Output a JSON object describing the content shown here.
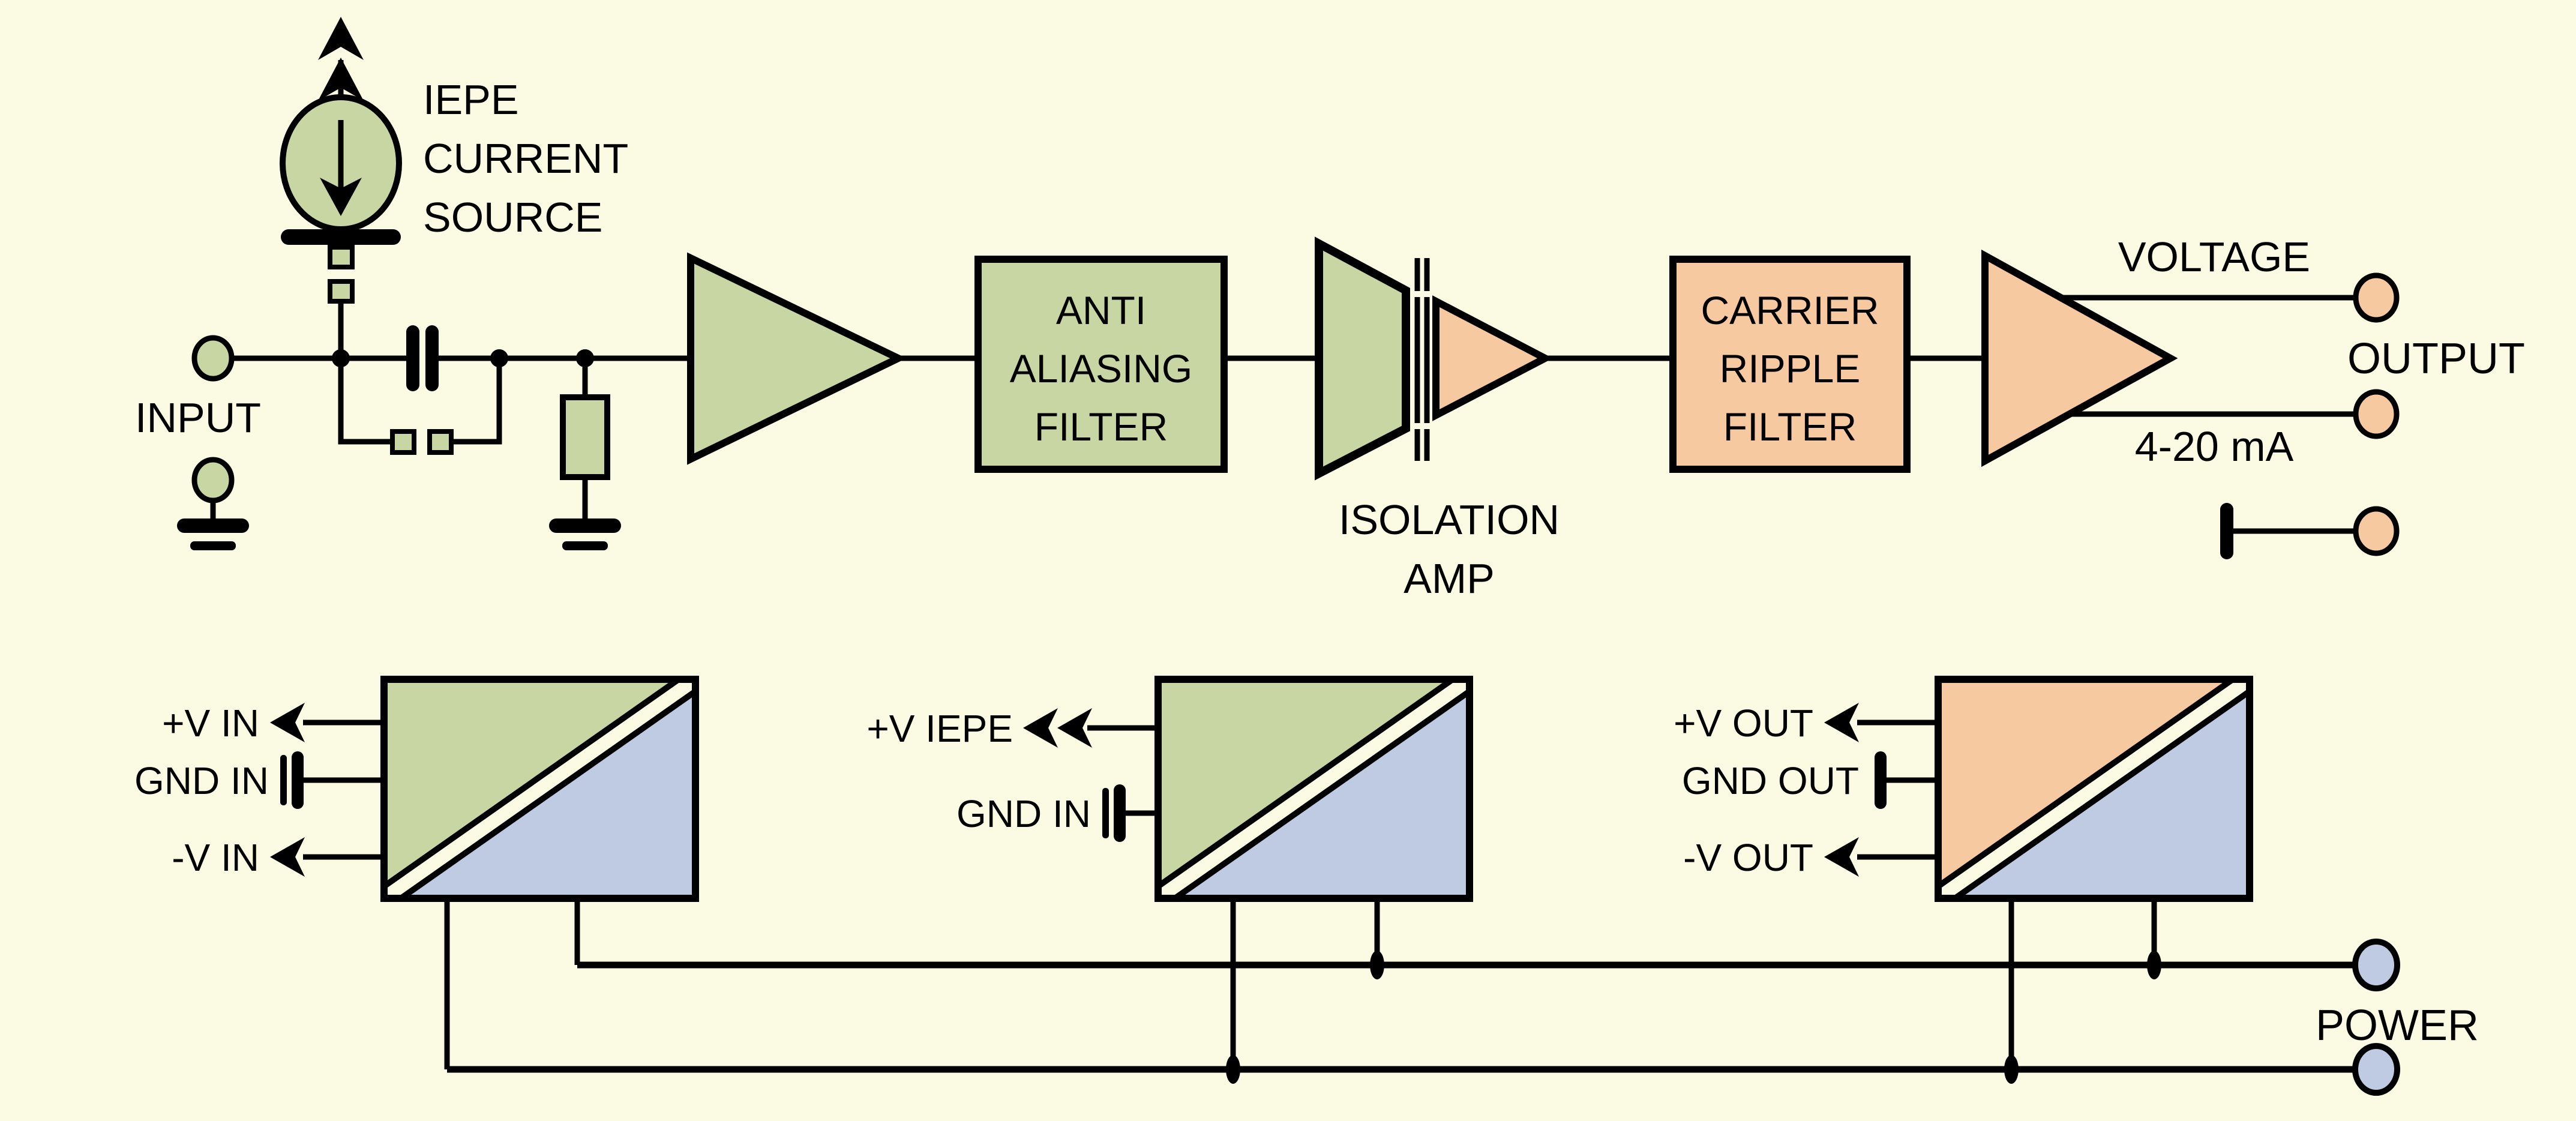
{
  "colors": {
    "background": "#FBFBE4",
    "green_fill": "#C7D6A2",
    "orange_fill": "#F7C9A0",
    "blue_fill": "#BFCBE3",
    "line": "#000000"
  },
  "signal_chain": {
    "iepe_source": {
      "label": [
        "IEPE",
        "CURRENT",
        "SOURCE"
      ]
    },
    "input": {
      "label": "INPUT"
    },
    "anti_aliasing_filter": {
      "label": [
        "ANTI",
        "ALIASING",
        "FILTER"
      ]
    },
    "isolation_amp": {
      "label": [
        "ISOLATION",
        "AMP"
      ]
    },
    "carrier_ripple_filter": {
      "label": [
        "CARRIER",
        "RIPPLE",
        "FILTER"
      ]
    },
    "outputs": {
      "voltage_label": "VOLTAGE",
      "output_label": "OUTPUT",
      "current_label": "4-20 mA"
    }
  },
  "power_section": {
    "input_converter": {
      "pin_labels": [
        "+V IN",
        "GND IN",
        "-V IN"
      ]
    },
    "iepe_converter": {
      "pin_labels": [
        "+V IEPE",
        "GND IN"
      ]
    },
    "output_converter": {
      "pin_labels": [
        "+V OUT",
        "GND OUT",
        "-V OUT"
      ]
    },
    "power_label": "POWER"
  }
}
